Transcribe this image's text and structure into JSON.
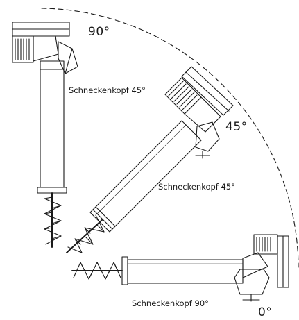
{
  "angles": {
    "a90": "90°",
    "a45": "45°",
    "a0": "0°"
  },
  "captions": {
    "vertical": "Schneckenkopf 45°",
    "inclined": "Schneckenkopf 45°",
    "horizontal": "Schneckenkopf 90°"
  }
}
